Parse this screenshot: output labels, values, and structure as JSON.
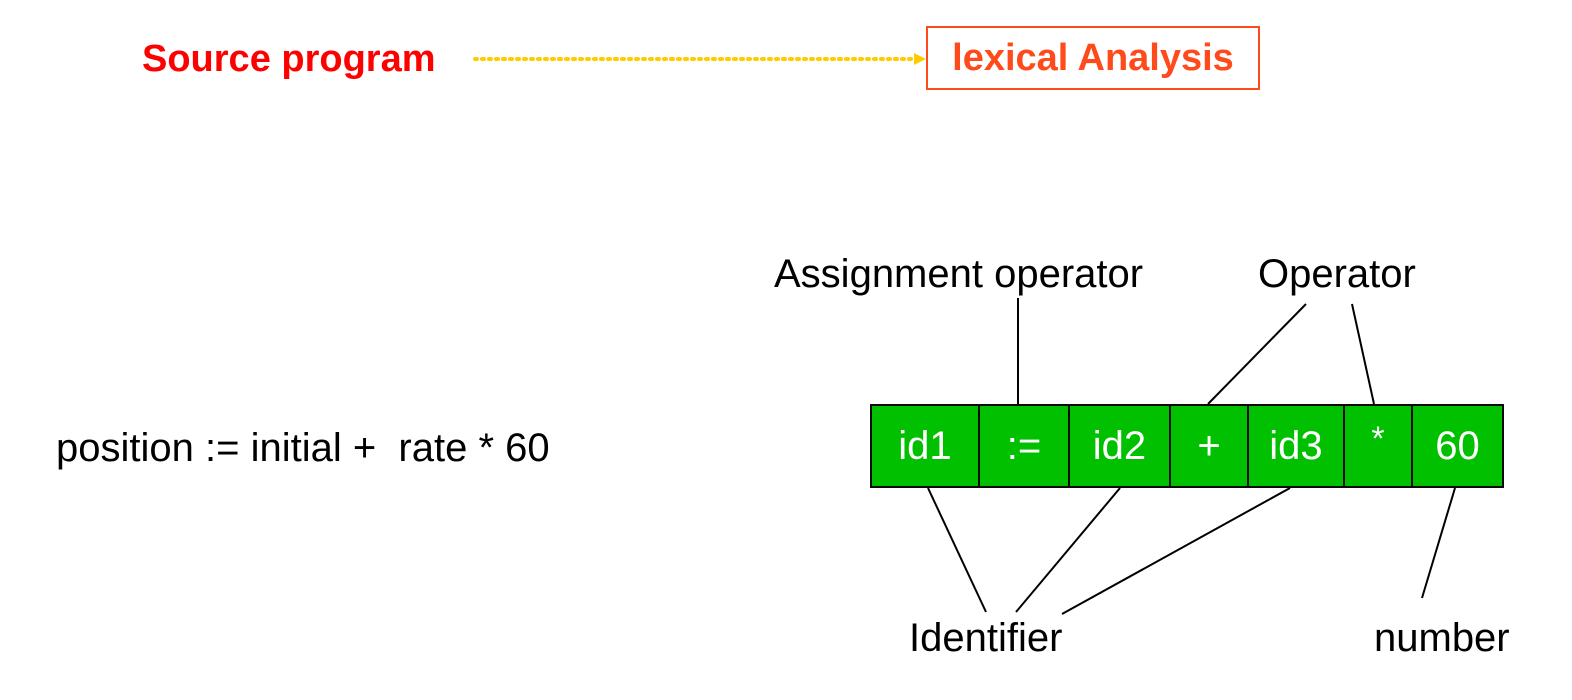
{
  "flow": {
    "source_label": "Source program",
    "target_label": "lexical Analysis"
  },
  "expression": "position := initial +  rate * 60",
  "tokens": [
    {
      "text": "id1"
    },
    {
      "text": ":="
    },
    {
      "text": "id2"
    },
    {
      "text": "+"
    },
    {
      "text": "id3"
    },
    {
      "text": "*"
    },
    {
      "text": "60"
    }
  ],
  "annotations": {
    "assignment_operator": "Assignment operator",
    "operator": "Operator",
    "identifier": "Identifier",
    "number": "number"
  },
  "colors": {
    "source_text": "#ff0000",
    "target_text": "#ff4a1c",
    "flow_arrow": "#ffcc00",
    "token_fill": "#00c000",
    "token_text": "#ffffff"
  }
}
